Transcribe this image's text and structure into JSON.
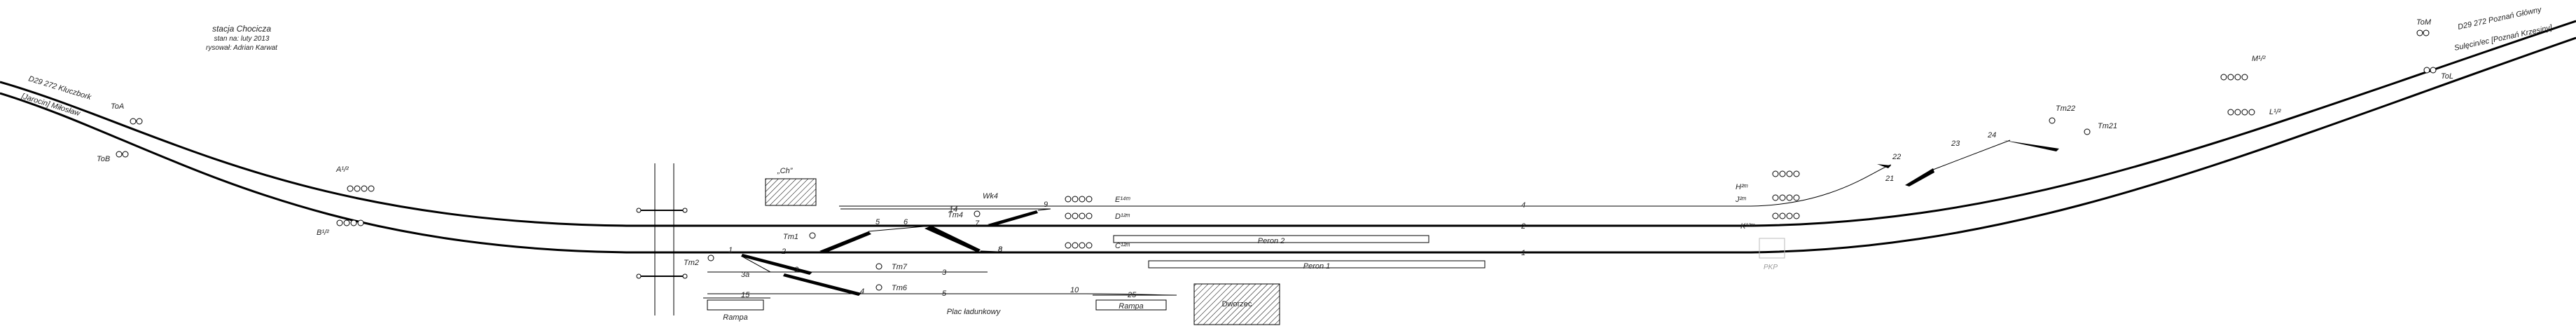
{
  "header": {
    "line1": "stacja Chocicza",
    "line2": "stan na: luty 2013",
    "line3": "rysował: Adrian Karwat"
  },
  "line_labels": {
    "left_upper": "D29 272 Kluczbork",
    "left_lower": "[Jarocin] Miłosław",
    "right_upper": "D29 272 Poznań Główny",
    "right_lower": "Sulęcin/ec [Poznań Krzesiny]"
  },
  "signals": {
    "ToA": "ToA",
    "ToB": "ToB",
    "A": "A¹/²",
    "B": "B¹/²",
    "Ch": "„Ch”",
    "Wk4": "Wk4",
    "Tm4": "Tm4",
    "Tm1": "Tm1",
    "Tm2": "Tm2",
    "Tm7": "Tm7",
    "Tm6": "Tm6",
    "E": "E¹⁴ᵐ",
    "D": "D¹²ᵐ",
    "C": "C¹²ᵐ",
    "H": "H²ᵐ",
    "J": "J²ᵐ",
    "K": "K¹²ᵐ",
    "Tm22": "Tm22",
    "Tm21": "Tm21",
    "M": "M¹/²",
    "L": "L¹/²",
    "ToM": "ToM",
    "ToL": "ToL",
    "PKP": "PKP"
  },
  "tracks": [
    "1",
    "2",
    "3",
    "3a",
    "4",
    "5",
    "8",
    "14",
    "15",
    "25"
  ],
  "switches": [
    "1",
    "2",
    "3",
    "4",
    "5",
    "6",
    "7",
    "8",
    "9",
    "10",
    "21",
    "22",
    "23",
    "24"
  ],
  "places": {
    "peron2": "Peron 2",
    "peron1": "Peron 1",
    "rampa_left": "Rampa",
    "rampa_right": "Rampa",
    "plac": "Plac ładunkowy",
    "dworzec": "Dworzec"
  }
}
